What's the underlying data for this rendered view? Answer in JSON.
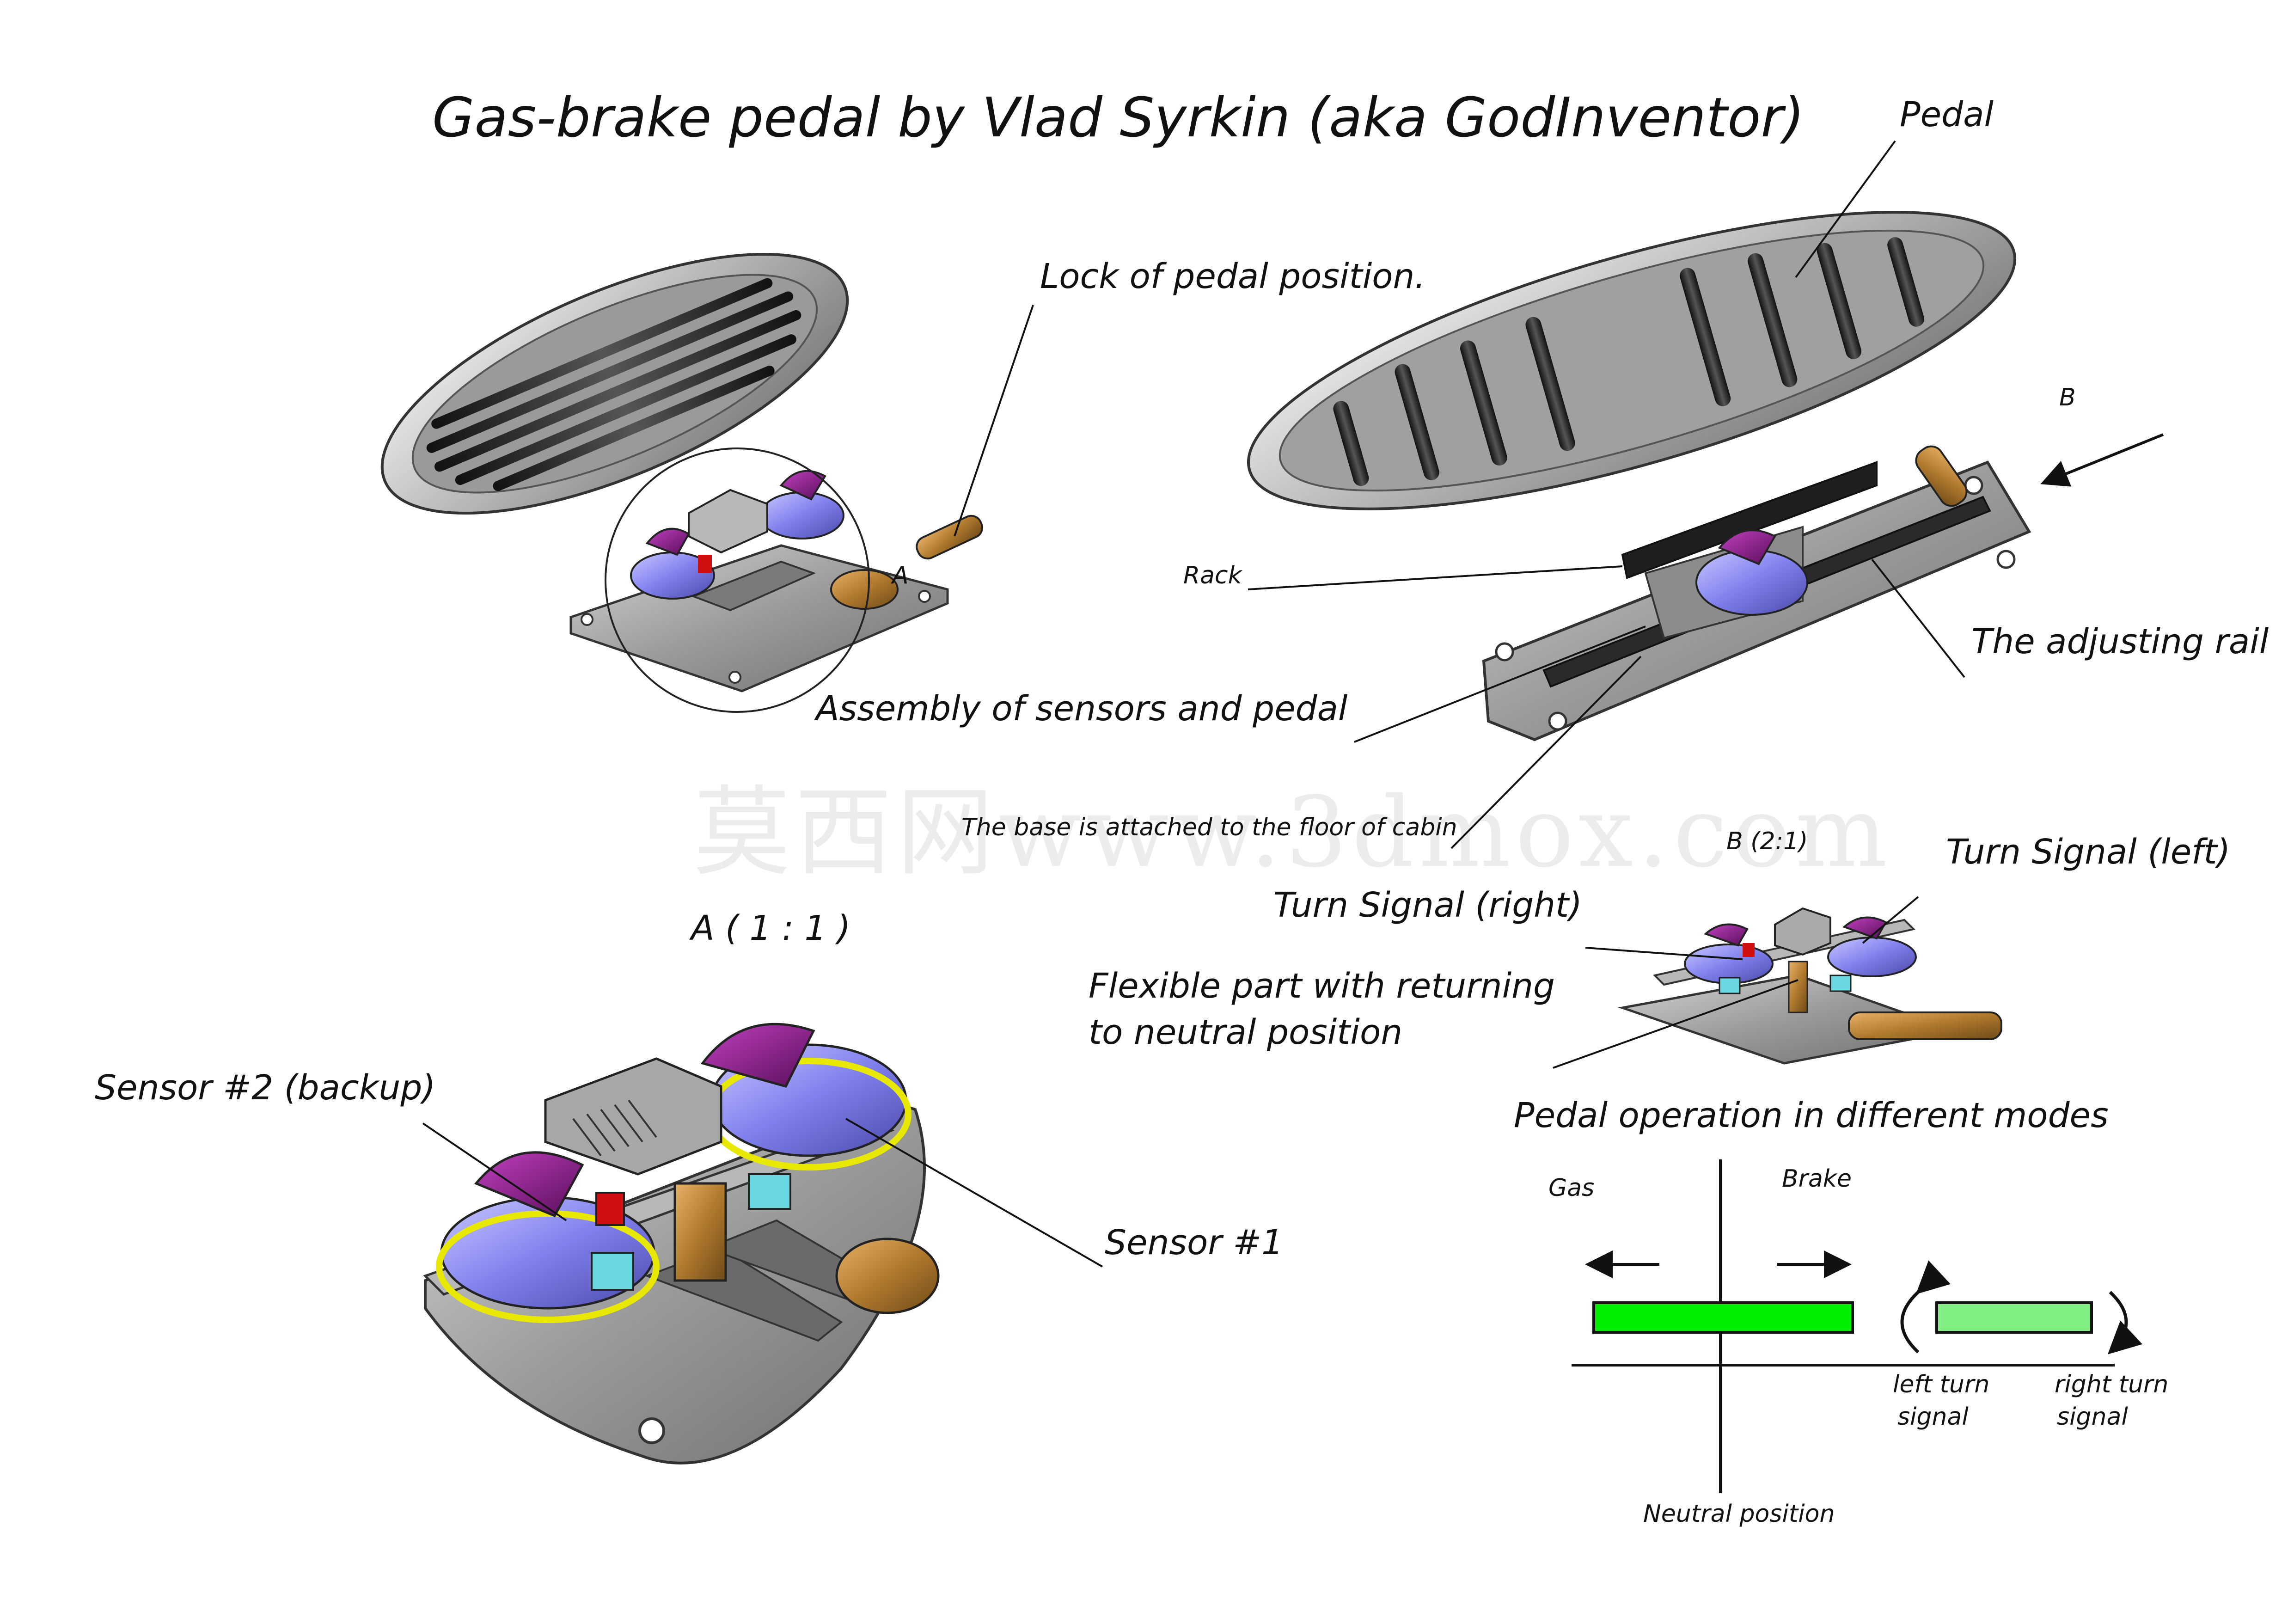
{
  "title": "Gas-brake pedal by Vlad Syrkin (aka GodInventor)",
  "labels": {
    "pedal": "Pedal",
    "lock": "Lock of pedal position.",
    "b_marker": "B",
    "rack": "Rack",
    "adjusting_rail": "The adjusting rail",
    "assembly": "Assembly of sensors and pedal",
    "base": "The base is attached to the floor of cabin",
    "a_marker": "A",
    "b_detail": "B (2:1)",
    "turn_left": "Turn Signal (left)",
    "turn_right": "Turn Signal (right)",
    "a_detail": "A ( 1 : 1 )",
    "flexible": "Flexible part with returning",
    "flexible_2": "to neutral position",
    "sensor2": "Sensor #2 (backup)",
    "sensor1": "Sensor #1",
    "modes_title": "Pedal operation in different modes",
    "gas": "Gas",
    "brake": "Brake",
    "left_turn": "left turn",
    "left_turn_2": "signal",
    "right_turn": "right turn",
    "right_turn_2": "signal",
    "neutral": "Neutral position"
  },
  "watermark": "莫西网www.3dmox.com",
  "colors": {
    "gas_brake_bar": "#00ee00",
    "turn_bar": "#80ee80",
    "sensor_disc": "#8080ee",
    "sensor_knob": "#8a1a8a",
    "base_plate": "#9a9a9a",
    "bronze": "#b07a2e",
    "pedal_rim": "#c8c8c8",
    "grip": "#303030"
  }
}
